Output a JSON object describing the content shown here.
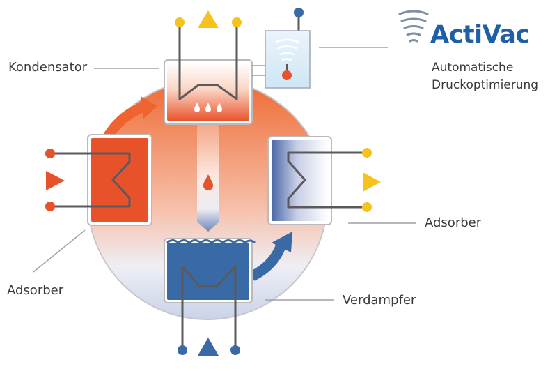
{
  "labels": {
    "kondensator": "Kondensator",
    "adsorber_left": "Adsorber",
    "adsorber_right": "Adsorber",
    "verdampfer": "Verdampfer"
  },
  "brand": {
    "name": "ActiVac",
    "tagline_line1": "Automatische",
    "tagline_line2": "Druckoptimierung",
    "logo_icon": "tornado-icon"
  },
  "colors": {
    "hot": "#e95a2a",
    "cold": "#3a6aa5",
    "yellow": "#f6c21c",
    "brand": "#1f5fa6"
  }
}
